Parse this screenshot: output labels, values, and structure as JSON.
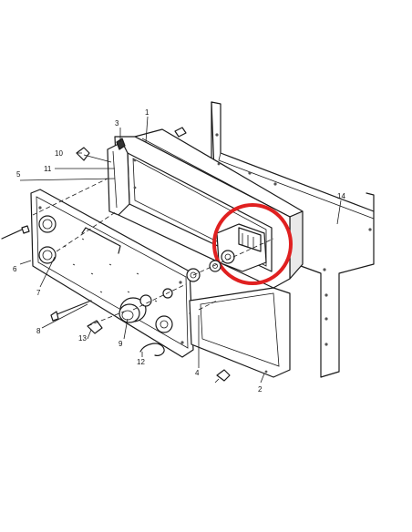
{
  "labels": {
    "l1": "1",
    "l2": "2",
    "l3": "3",
    "l4": "4",
    "l5": "5",
    "l6": "6",
    "l7": "7",
    "l8": "8",
    "l9": "9",
    "l10": "10",
    "l11": "11",
    "l12": "12",
    "l13": "13",
    "l14": "14"
  },
  "colors": {
    "line": "#1a1a1a",
    "highlight": "#e02020",
    "background": "#ffffff"
  }
}
